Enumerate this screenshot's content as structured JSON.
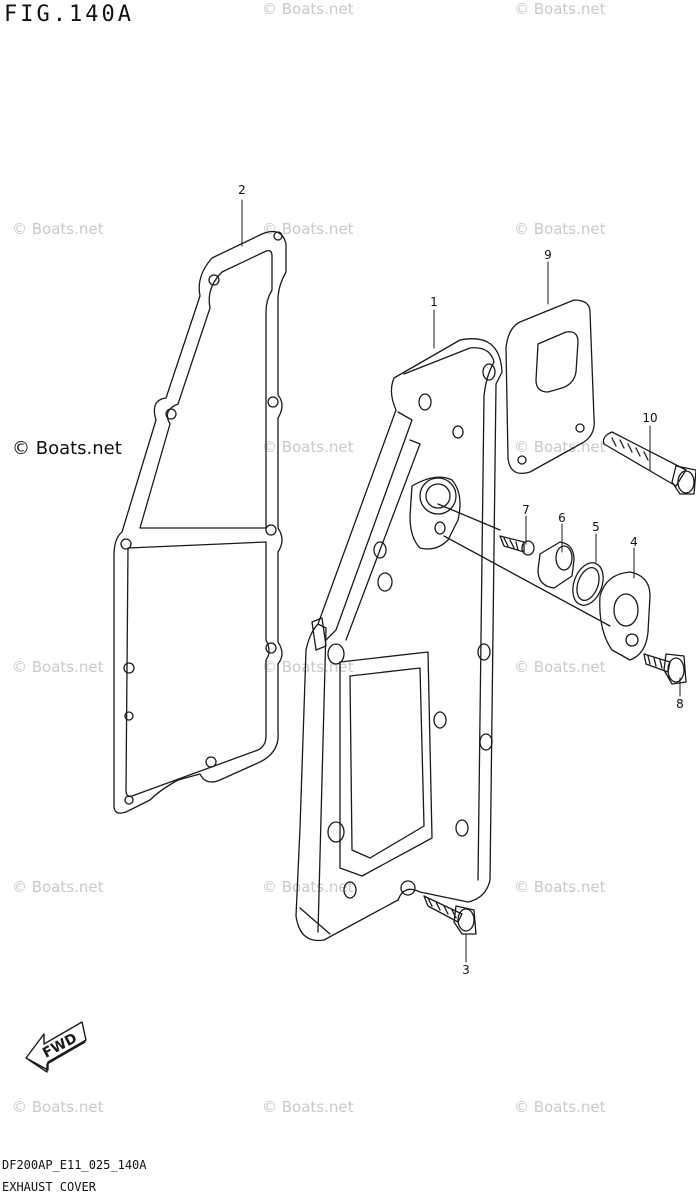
{
  "figure": {
    "title": "FIG.140A",
    "code": "DF200AP_E11_025_140A",
    "name": "EXHAUST COVER"
  },
  "watermark": {
    "text": "© Boats.net",
    "dark_text": "© Boats.net"
  },
  "parts": [
    {
      "no": "1"
    },
    {
      "no": "2"
    },
    {
      "no": "3"
    },
    {
      "no": "4"
    },
    {
      "no": "5"
    },
    {
      "no": "6"
    },
    {
      "no": "7"
    },
    {
      "no": "8"
    },
    {
      "no": "9"
    },
    {
      "no": "10"
    }
  ],
  "direction_marker": {
    "text": "FWD"
  },
  "colors": {
    "line": "#1a1a1a",
    "watermark": "#c9c9c9"
  }
}
